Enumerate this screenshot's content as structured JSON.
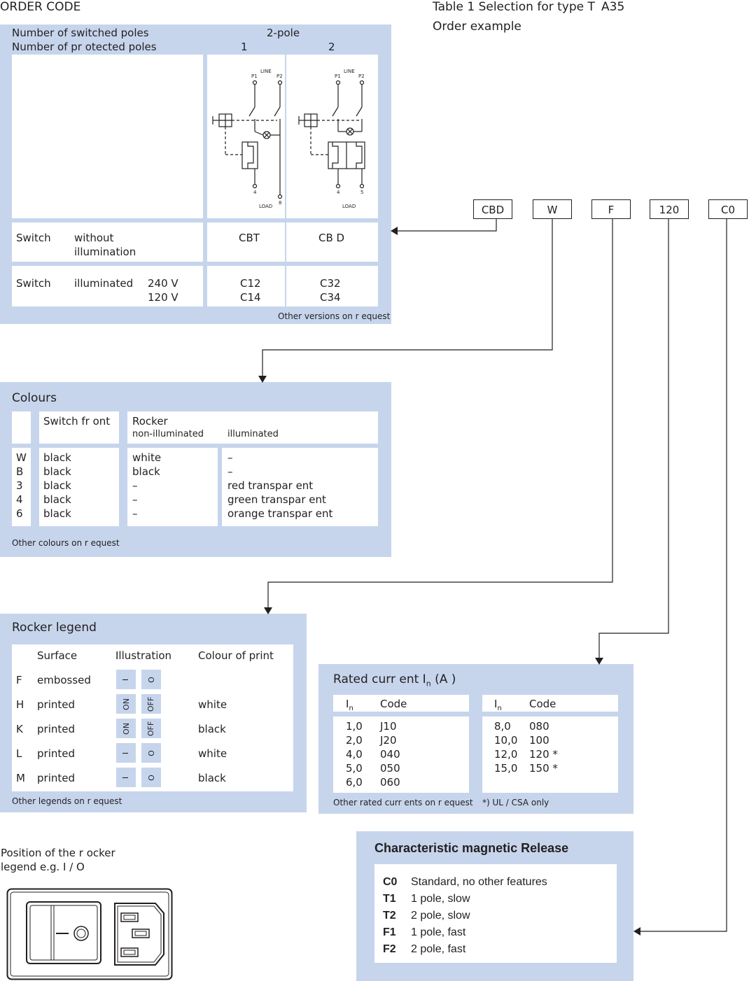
{
  "header": {
    "order_code": "ORDER CODE",
    "table_title": "Table 1 Selection for type T",
    "type_code": "A35",
    "order_example": "Order example"
  },
  "order_boxes": [
    "CBD",
    "W",
    "F",
    "120",
    "C0"
  ],
  "poles_panel": {
    "switched_label": "Number of switched poles",
    "switched_value": "2-pole",
    "protected_label": "Number of pr otected poles",
    "protected_values": [
      "1",
      "2"
    ],
    "diagram_texts": {
      "line": "LINE",
      "load": "LOAD",
      "p1": "P1",
      "p2": "P2",
      "t4": "4",
      "t5": "5",
      "t8": "8"
    },
    "row1": {
      "switch": "Switch",
      "variant_line1": "without",
      "variant_line2": "illumination",
      "codes": [
        "CBT",
        "CB D"
      ]
    },
    "row2": {
      "switch": "Switch",
      "variant": "illuminated",
      "voltages": [
        "240  V",
        "120  V"
      ],
      "codes_1": [
        "C12",
        "C14"
      ],
      "codes_2": [
        "C32",
        "C34"
      ]
    },
    "note": "Other versions on r   equest"
  },
  "colours_panel": {
    "title": "Colours",
    "front_header": "Switch fr   ont",
    "rocker_header": "Rocker",
    "non_illuminated": "non-illuminated",
    "illuminated": "illuminated",
    "codes": [
      "W",
      "B",
      "3",
      "4",
      "6"
    ],
    "front": [
      "black",
      "black",
      "black",
      "black",
      "black"
    ],
    "non_illum": [
      "white",
      "black",
      "–",
      "–",
      "–"
    ],
    "illum": [
      "–",
      "–",
      "red transpar  ent",
      "green transpar  ent",
      "orange transpar  ent"
    ],
    "note": "Other colours on r   equest"
  },
  "legend_panel": {
    "title": "Rocker legend",
    "headers": {
      "surface": "Surface",
      "illustration": "Illustration",
      "colour": "Colour of print"
    },
    "rows": [
      {
        "code": "F",
        "surface": "embossed",
        "ill_a": "I",
        "ill_b": "O",
        "colour": ""
      },
      {
        "code": "H",
        "surface": "printed",
        "ill_a": "ON",
        "ill_b": "OFF",
        "colour": "white"
      },
      {
        "code": "K",
        "surface": "printed",
        "ill_a": "ON",
        "ill_b": "OFF",
        "colour": "black"
      },
      {
        "code": "L",
        "surface": "printed",
        "ill_a": "I",
        "ill_b": "O",
        "colour": "white"
      },
      {
        "code": "M",
        "surface": "printed",
        "ill_a": "I",
        "ill_b": "O",
        "colour": "black"
      }
    ],
    "note": "Other legends on r   equest"
  },
  "rated_panel": {
    "title_prefix": "Rated curr    ent  I",
    "title_sub": "n",
    "title_suffix": " (A )",
    "in_label": "I",
    "in_sub": "n",
    "code_label": "Code",
    "left_in": [
      "1,0",
      "2,0",
      "4,0",
      "5,0",
      "6,0"
    ],
    "left_code": [
      "J10",
      "J20",
      "040",
      "050",
      "060"
    ],
    "right_in": [
      "8,0",
      "10,0",
      "12,0",
      "15,0"
    ],
    "right_code": [
      "080",
      "100",
      "120 *",
      "150 *"
    ],
    "note_left": "Other rated curr  ents on r equest",
    "note_right": "*) UL / CSA only"
  },
  "magnetic_panel": {
    "title": "Characteristic magnetic Release",
    "codes": [
      "C0",
      "T1",
      "T2",
      "F1",
      "F2"
    ],
    "descriptions": [
      "Standard, no other features",
      "1 pole, slow",
      "2 pole, slow",
      "1 pole, fast",
      "2 pole, fast"
    ]
  },
  "position_text": {
    "line1": "Position of the r ocker",
    "line2": "legend e.g. I /   O"
  }
}
